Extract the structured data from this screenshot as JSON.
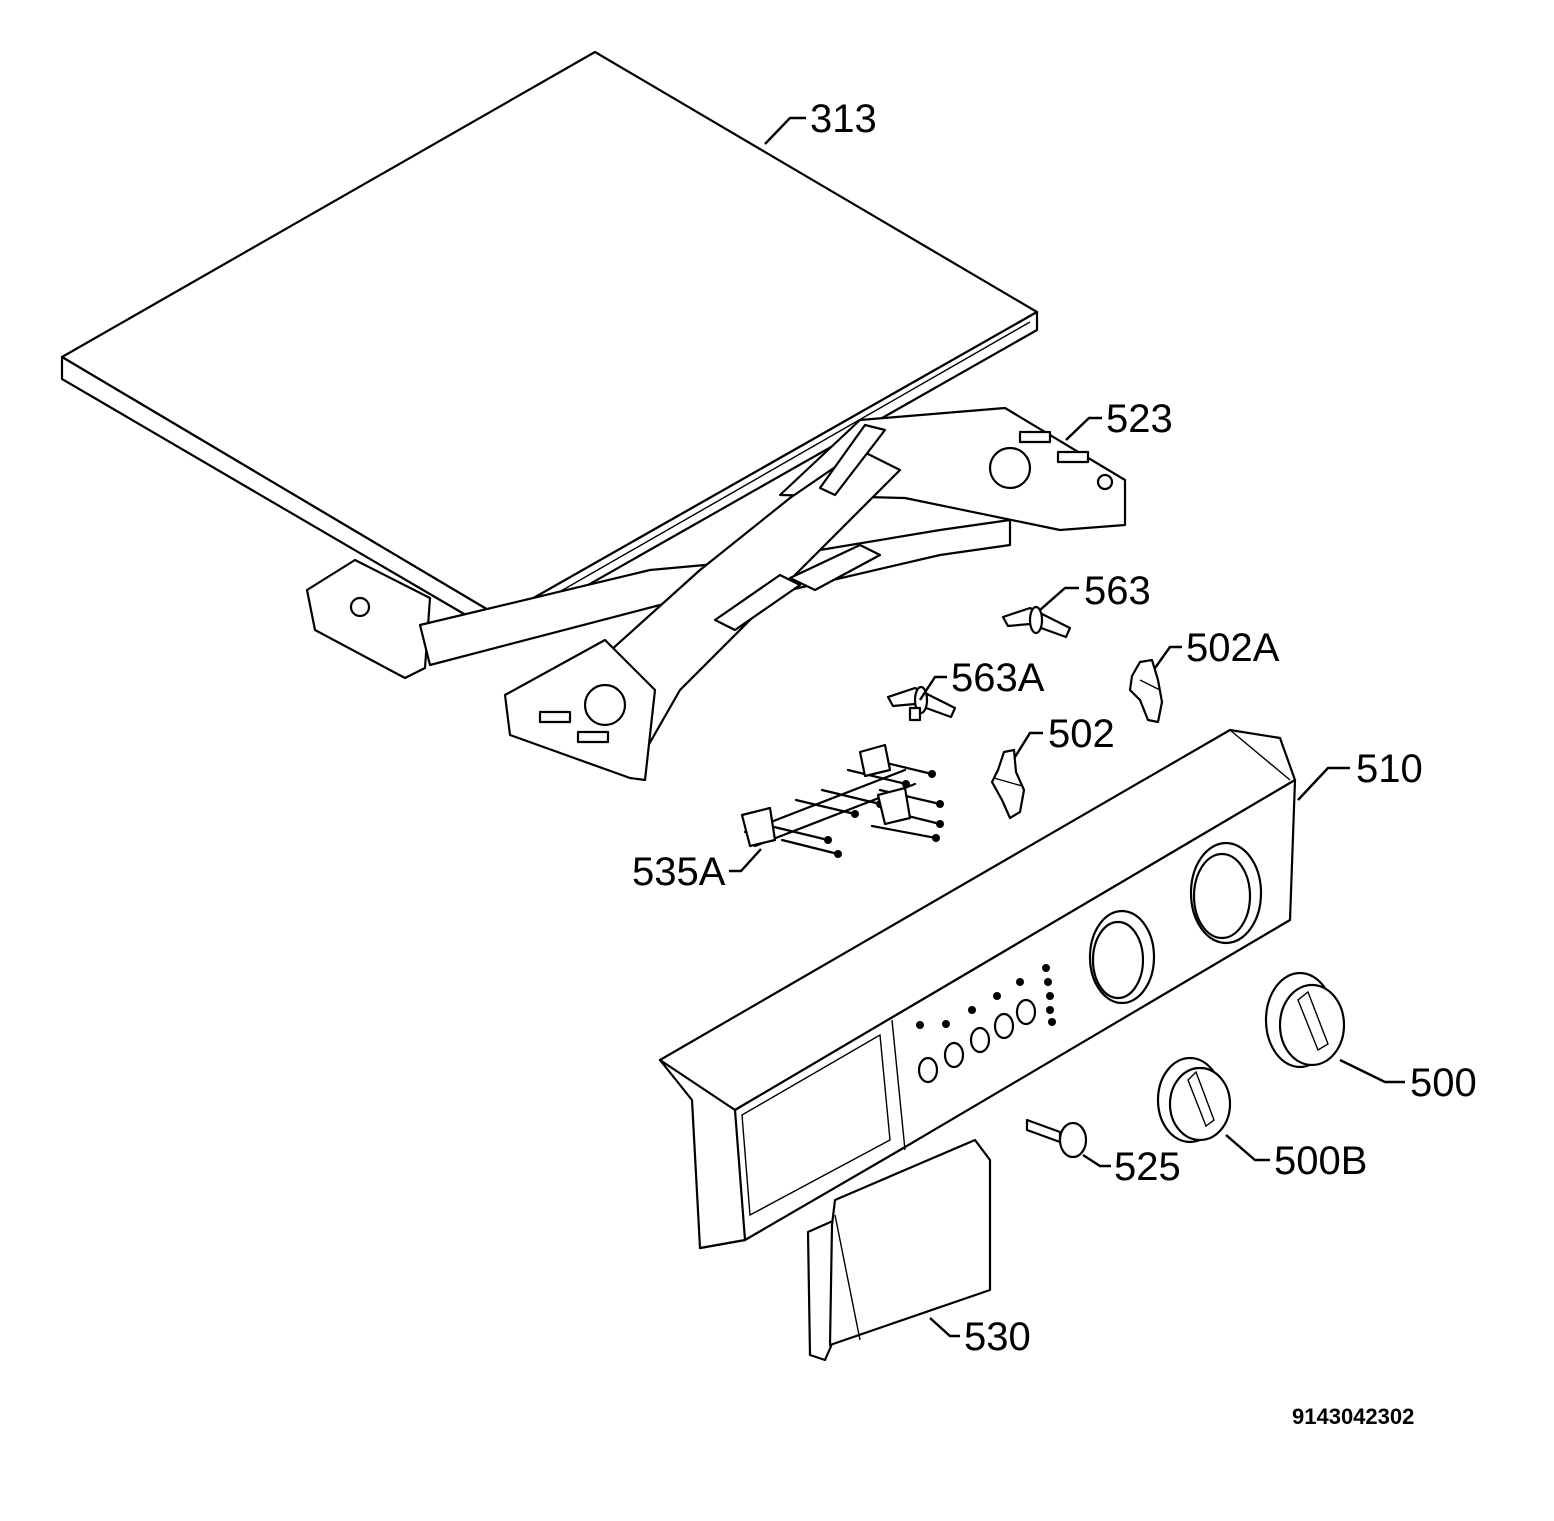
{
  "diagram": {
    "labels": {
      "p313": "313",
      "p523": "523",
      "p563": "563",
      "p502A": "502A",
      "p563A": "563A",
      "p502": "502",
      "p510": "510",
      "p535A": "535A",
      "p500": "500",
      "p500B": "500B",
      "p525": "525",
      "p530": "530"
    },
    "document_number": "9143042302"
  }
}
